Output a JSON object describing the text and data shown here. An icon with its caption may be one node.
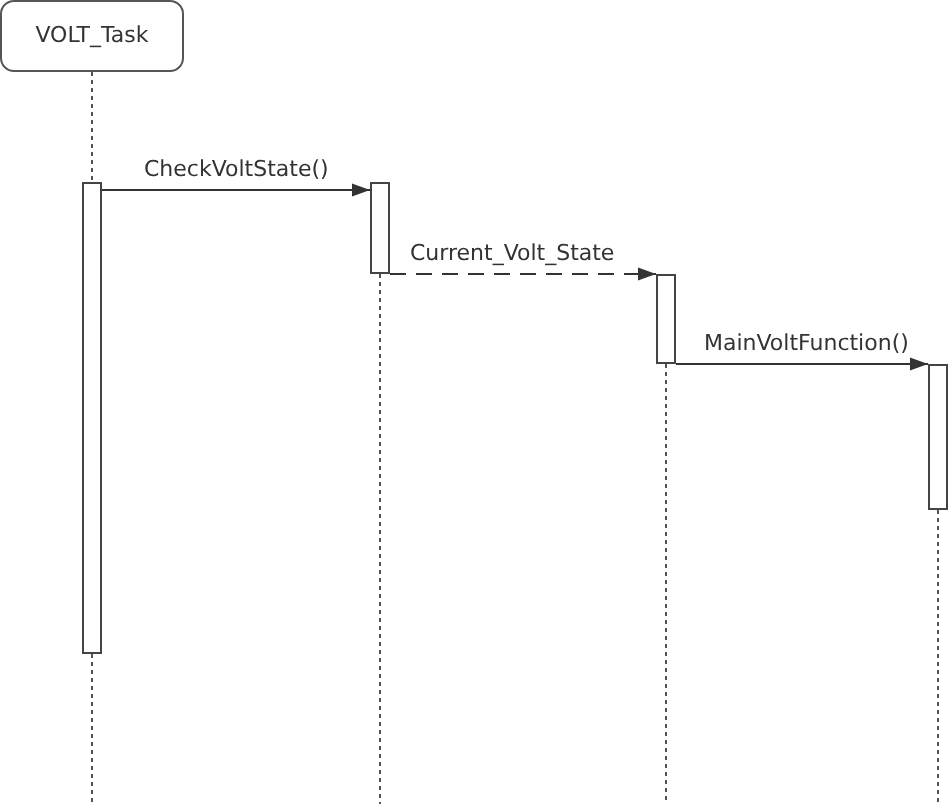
{
  "diagram": {
    "nodes": [
      {
        "text": [
          "VOLT_Task"
        ]
      },
      {
        "text": [],
        "shape": "bar"
      },
      {
        "text": [],
        "shape": "bar"
      },
      {
        "text": [],
        "shape": "bar"
      },
      {
        "text": [],
        "shape": "bar"
      }
    ],
    "edges": [
      {
        "from": 0,
        "to": 1,
        "arrow": "none",
        "style": "dashed"
      },
      {
        "from": 1,
        "to": 2,
        "arrow": "to",
        "label": "CheckVoltState()"
      },
      {
        "from": 2,
        "to": 3,
        "arrow": "to",
        "label": "Current_Volt_State",
        "style": "dashed"
      },
      {
        "from": 3,
        "to": 4,
        "arrow": "to",
        "label": "MainVoltFunction()"
      },
      {
        "from": 1,
        "to": null,
        "arrow": "none",
        "style": "dashed"
      },
      {
        "from": 2,
        "to": null,
        "arrow": "none",
        "style": "dashed"
      },
      {
        "from": 3,
        "to": null,
        "arrow": "none",
        "style": "dashed"
      },
      {
        "from": 4,
        "to": null,
        "arrow": "none",
        "style": "dashed"
      }
    ]
  }
}
